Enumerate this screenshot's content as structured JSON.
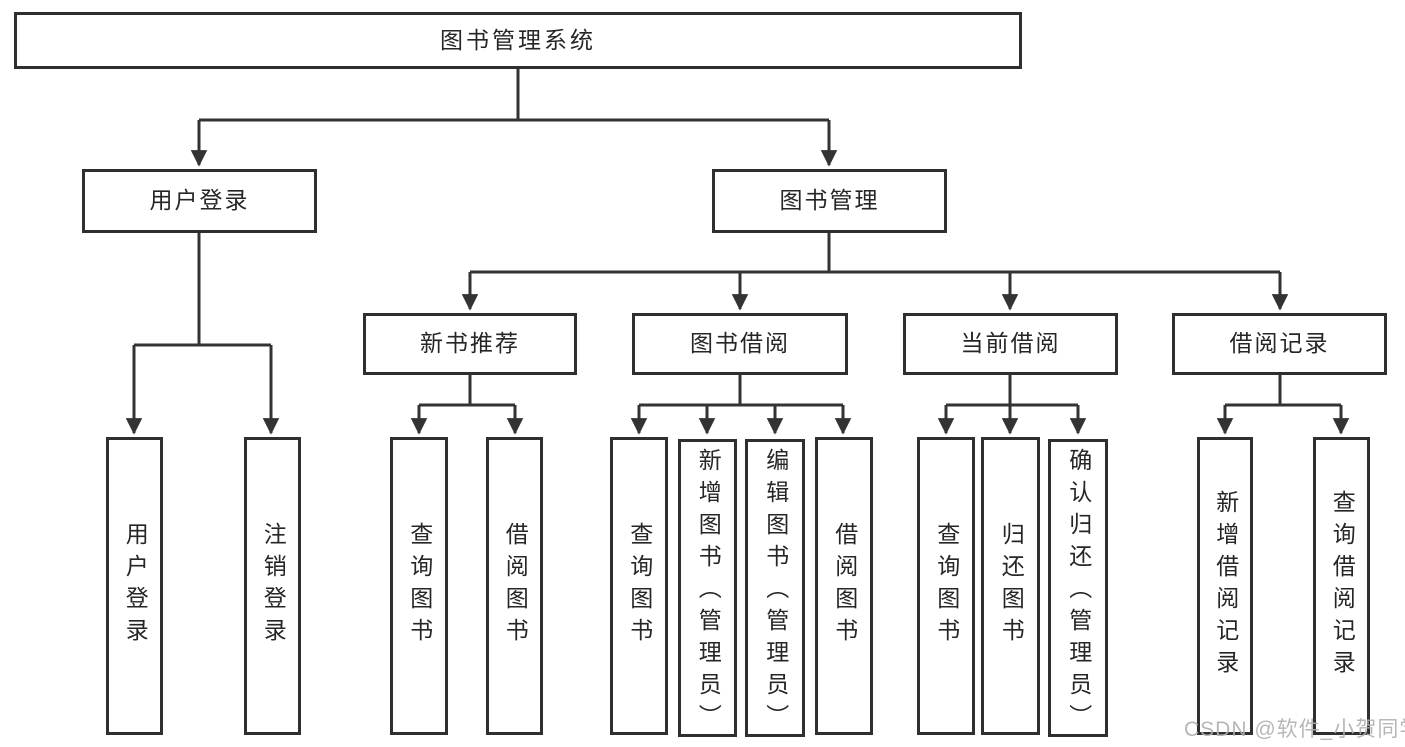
{
  "tree": {
    "root": {
      "label": "图书管理系统",
      "children": [
        {
          "label": "用户登录",
          "children": [
            {
              "label": "用户登录"
            },
            {
              "label": "注销登录"
            }
          ]
        },
        {
          "label": "图书管理",
          "children": [
            {
              "label": "新书推荐",
              "children": [
                {
                  "label": "查询图书"
                },
                {
                  "label": "借阅图书"
                }
              ]
            },
            {
              "label": "图书借阅",
              "children": [
                {
                  "label": "查询图书"
                },
                {
                  "label": "新增图书（管理员）"
                },
                {
                  "label": "编辑图书（管理员）"
                },
                {
                  "label": "借阅图书"
                }
              ]
            },
            {
              "label": "当前借阅",
              "children": [
                {
                  "label": "查询图书"
                },
                {
                  "label": "归还图书"
                },
                {
                  "label": "确认归还（管理员）"
                }
              ]
            },
            {
              "label": "借阅记录",
              "children": [
                {
                  "label": "新增借阅记录"
                },
                {
                  "label": "查询借阅记录"
                }
              ]
            }
          ]
        }
      ]
    }
  },
  "watermark": {
    "text": "CSDN @软件_小贺同学"
  },
  "colors": {
    "line": "#333333",
    "border": "#2f2f2f",
    "text": "#262626",
    "watermark": "#b0b0b0"
  }
}
